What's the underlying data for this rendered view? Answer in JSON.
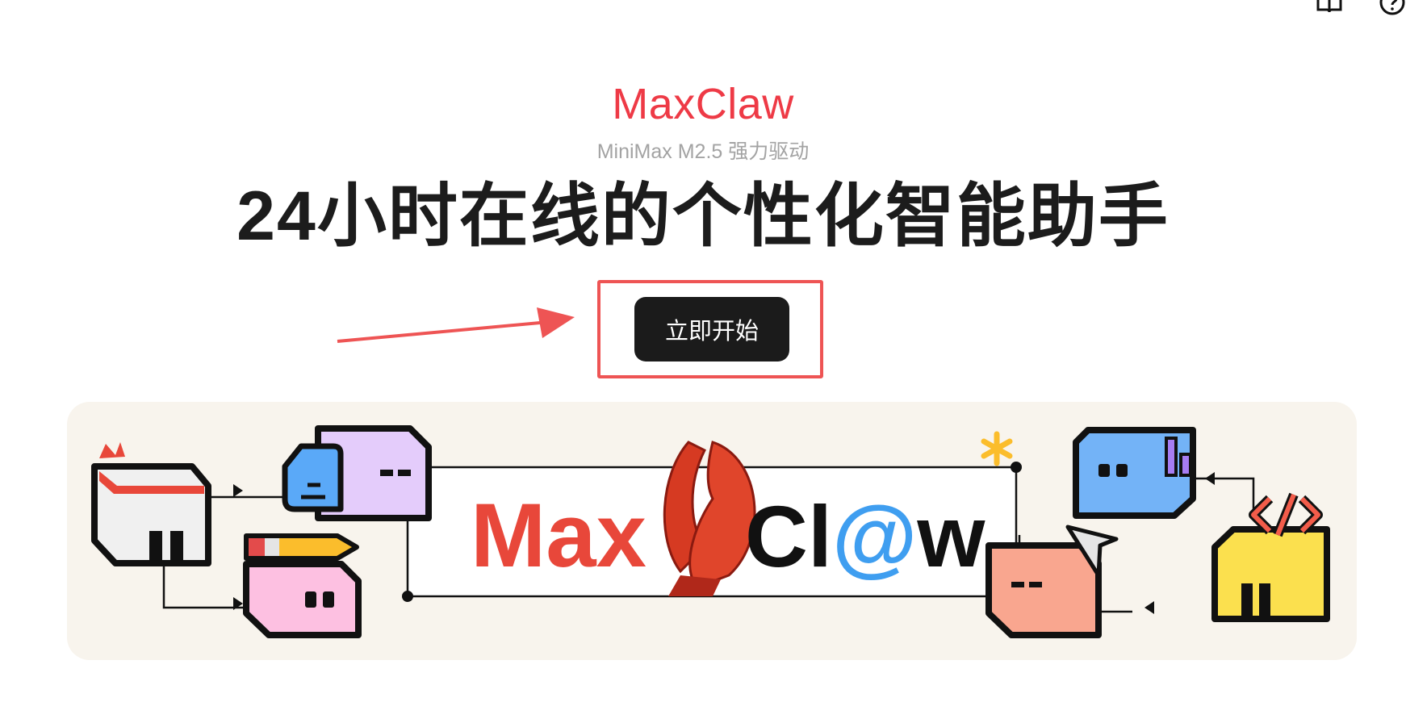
{
  "topbar": {
    "icons": [
      "book-icon",
      "help-icon"
    ]
  },
  "hero": {
    "brand": "MaxClaw",
    "subtitle": "MiniMax M2.5 强力驱动",
    "headline": "24小时在线的个性化智能助手",
    "cta_label": "立即开始"
  },
  "banner": {
    "logo_text_max": "Max",
    "logo_text_cl": "Cl",
    "logo_text_at": "@",
    "logo_text_w": "w"
  },
  "colors": {
    "brand": "#ee3a46",
    "button": "#1b1b1b",
    "annotation": "#ee5454",
    "banner_bg": "#f8f4ed"
  }
}
